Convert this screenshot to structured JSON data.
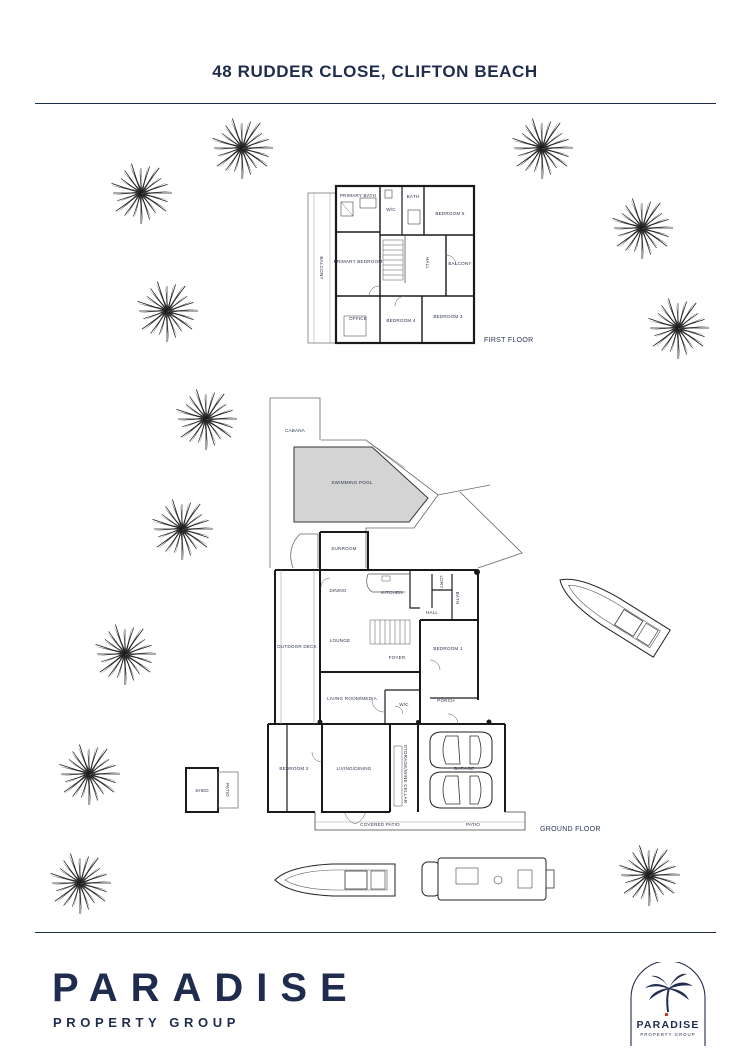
{
  "header": {
    "title": "48 RUDDER CLOSE, CLIFTON BEACH"
  },
  "colors": {
    "navy": "#1f2c4d",
    "wall": "#1a1a1a",
    "line": "#6e6e6e",
    "accent": "#c0392b"
  },
  "floors": {
    "first": {
      "label": "FIRST FLOOR",
      "rooms": {
        "primary_bath": "PRIMARY BATH",
        "wc": "W/C",
        "bath": "BATH",
        "bedroom5": "BEDROOM 5",
        "balcony_left": "BALCONY",
        "primary_bedroom": "PRIMARY BEDROOM",
        "hall": "HALL",
        "balcony_right": "BALCONY",
        "office": "OFFICE",
        "bedroom4": "BEDROOM 4",
        "bedroom3": "BEDROOM 3"
      }
    },
    "ground": {
      "label": "GROUND FLOOR",
      "rooms": {
        "cabana": "CABANA",
        "swimming_pool": "SWIMMING POOL",
        "sunroom": "SUNROOM",
        "dining": "DINING",
        "kitchen": "KITCHEN",
        "hall": "HALL",
        "laundry": "LDRY",
        "bath": "BATH",
        "outdoor_deck": "OUTDOOR DECK",
        "lounge": "LOUNGE",
        "foyer": "FOYER",
        "bedroom1": "BEDROOM 1",
        "living_room": "LIVING ROOM/MEDIA",
        "wc": "W/C",
        "porch": "PORCH",
        "bedroom2": "BEDROOM 2",
        "living_dining": "LIVING/DINING",
        "cellar": "STORAGE/WINE CELLAR",
        "garage": "GARAGE",
        "covered_patio": "COVERED PATIO",
        "patio_front": "PATIO",
        "shed": "SHED",
        "patio_shed": "PATIO"
      }
    }
  },
  "brand": {
    "name": "PARADISE",
    "tagline": "PROPERTY GROUP",
    "logo_name": "PARADISE",
    "logo_tagline": "PROPERTY GROUP"
  }
}
